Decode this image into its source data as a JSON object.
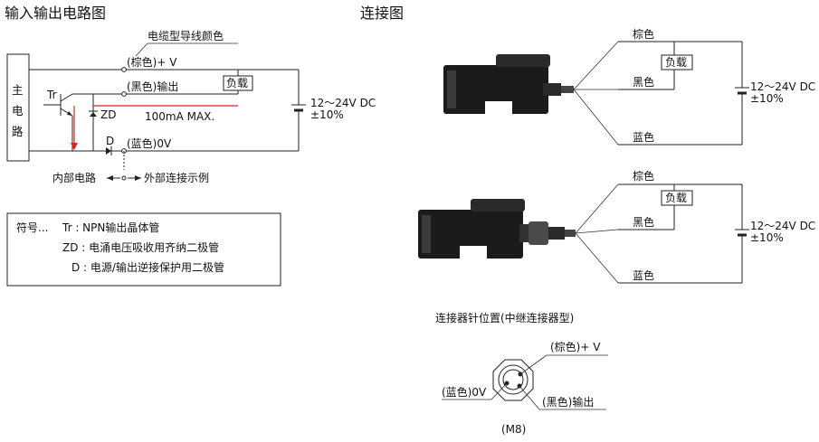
{
  "colors": {
    "accent_red": "#e0201b",
    "line": "#222222",
    "sensor_body": "#1b1b1b"
  },
  "titles": {
    "left": "输入输出电路图",
    "right": "连接图"
  },
  "circuit": {
    "wire_color_header": "电缆型导线颜色",
    "main_circuit_chars": [
      "主",
      "电",
      "路"
    ],
    "tr": "Tr",
    "zd": "ZD",
    "d": "D",
    "brown": "(棕色)+ V",
    "black": "(黑色)输出",
    "blue": "(蓝色)0V",
    "load": "负载",
    "current": "100mA MAX.",
    "supply_voltage": "12～24V DC",
    "supply_tol": "±10%",
    "internal": "内部电路",
    "external": "外部连接示例"
  },
  "legend": {
    "prefix": "符号...",
    "tr": "Tr : NPN输出晶体管",
    "zd": "ZD : 电涌电压吸收用齐纳二极管",
    "d": "D : 电源/输出逆接保护用二极管"
  },
  "connection": {
    "brown": "棕色",
    "black": "黑色",
    "blue": "蓝色",
    "load": "负载",
    "supply_voltage": "12～24V DC",
    "supply_tol": "±10%"
  },
  "pin": {
    "title": "连接器针位置(中继连接器型)",
    "brown": "(棕色)+ V",
    "blue": "(蓝色)0V",
    "black": "(黑色)输出",
    "type": "(M8)"
  }
}
